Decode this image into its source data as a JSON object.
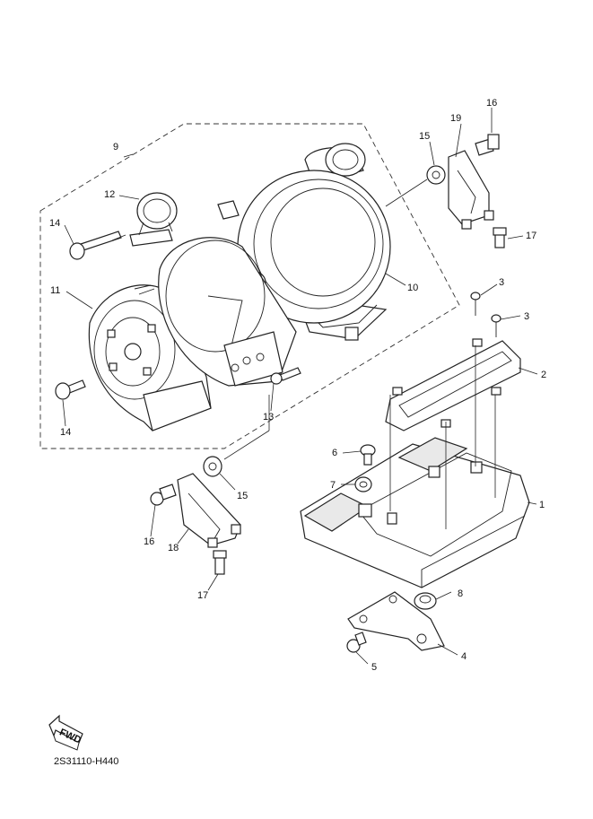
{
  "diagram": {
    "callouts": [
      "1",
      "2",
      "3",
      "3",
      "4",
      "5",
      "6",
      "7",
      "8",
      "9",
      "10",
      "11",
      "12",
      "13",
      "14",
      "14",
      "15",
      "15",
      "16",
      "16",
      "17",
      "17",
      "18",
      "19"
    ],
    "fwd_label": "FWD",
    "drawing_code": "2S31110-H440"
  },
  "colors": {
    "line": "#222222",
    "background": "#ffffff",
    "shade": "#e9e9e9"
  }
}
